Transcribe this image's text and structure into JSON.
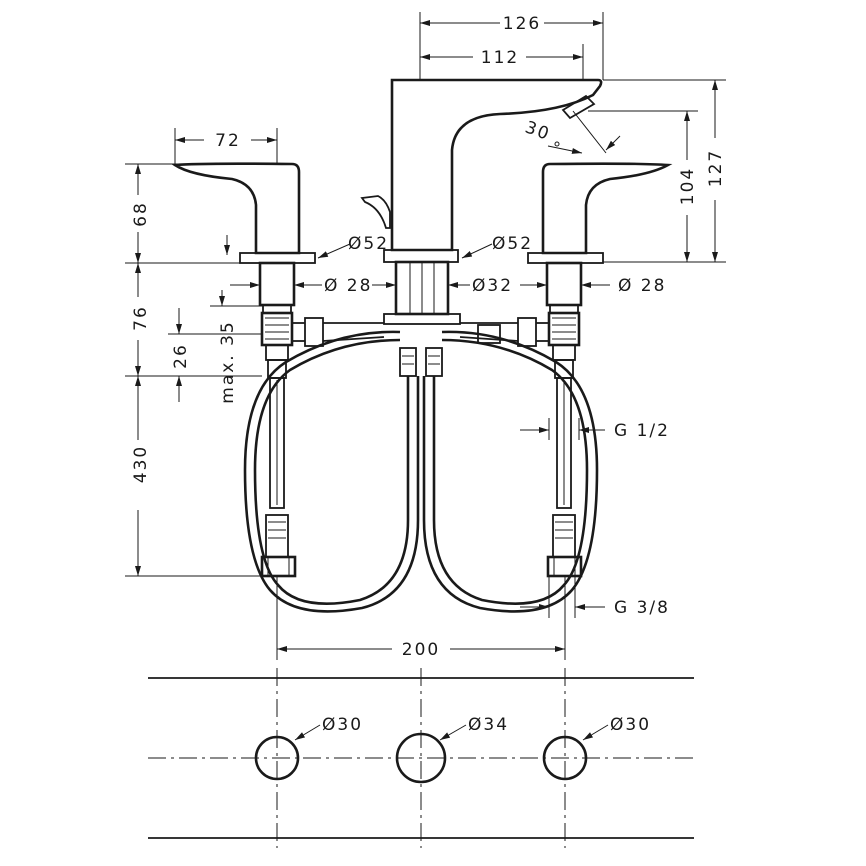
{
  "labels": {
    "spout_width": "126",
    "spout_reach": "112",
    "handle_reach": "72",
    "spout_angle": "30",
    "spout_outlet_height": "104",
    "spout_total_height": "127",
    "handle_height": "68",
    "shank_length": "76",
    "shank_26": "26",
    "max_35": "max. 35",
    "hose_length": "430",
    "dia_52_left": "Ø52",
    "dia_52_center": "Ø52",
    "dia_28_left": "Ø 28",
    "dia_32": "Ø32",
    "dia_28_right": "Ø 28",
    "thread_g12": "G 1/2",
    "thread_g38": "G 3/8",
    "spacing_200": "200",
    "hole_left": "Ø30",
    "hole_center": "Ø34",
    "hole_right": "Ø30"
  },
  "colors": {
    "ink": "#1a1a1a",
    "paper": "#ffffff"
  }
}
